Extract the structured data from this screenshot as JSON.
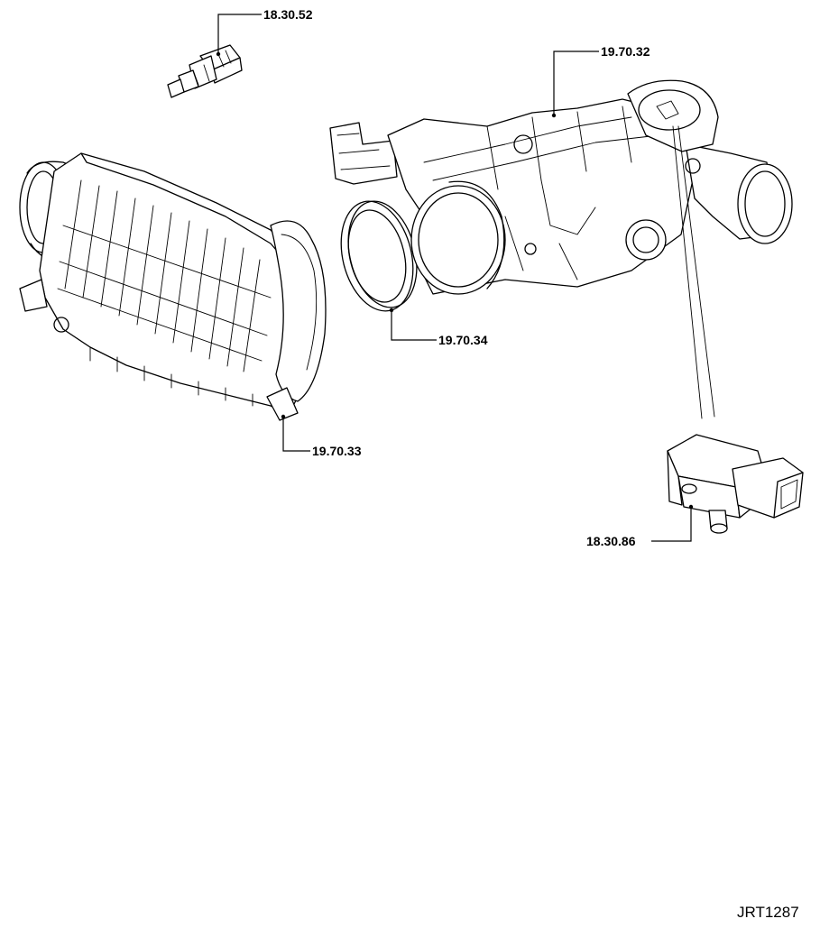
{
  "callouts": {
    "sensor_top": "18.30.52",
    "manifold": "19.70.32",
    "seal": "19.70.34",
    "intake_body": "19.70.33",
    "pressure_sensor": "18.30.86"
  },
  "reference": "JRT1287"
}
